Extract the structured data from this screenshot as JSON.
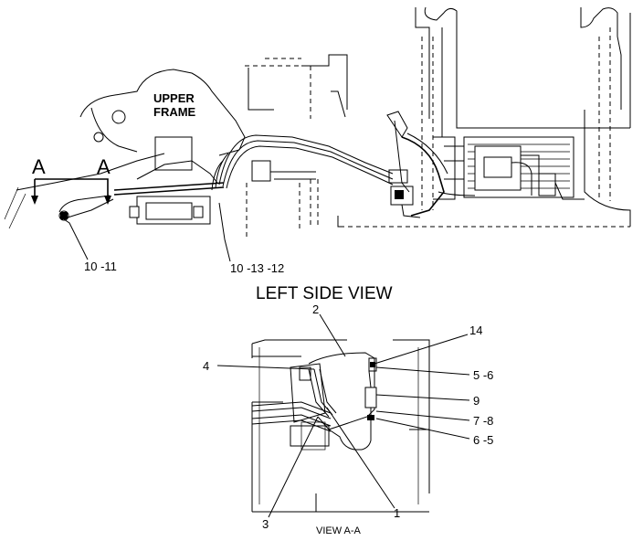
{
  "labels": {
    "upper_frame_line1": "UPPER",
    "upper_frame_line2": "FRAME",
    "section_left": "A",
    "section_right": "A",
    "main_view_title": "LEFT SIDE VIEW",
    "detail_view_title": "VIEW A-A"
  },
  "callouts": {
    "c_10_11": "10 -11",
    "c_10_13_12": "10 -13 -12",
    "c_2": "2",
    "c_4": "4",
    "c_14": "14",
    "c_5_6": "5 -6",
    "c_9": "9",
    "c_7_8": "7 -8",
    "c_6_5": "6 -5",
    "c_3": "3",
    "c_1": "1"
  }
}
